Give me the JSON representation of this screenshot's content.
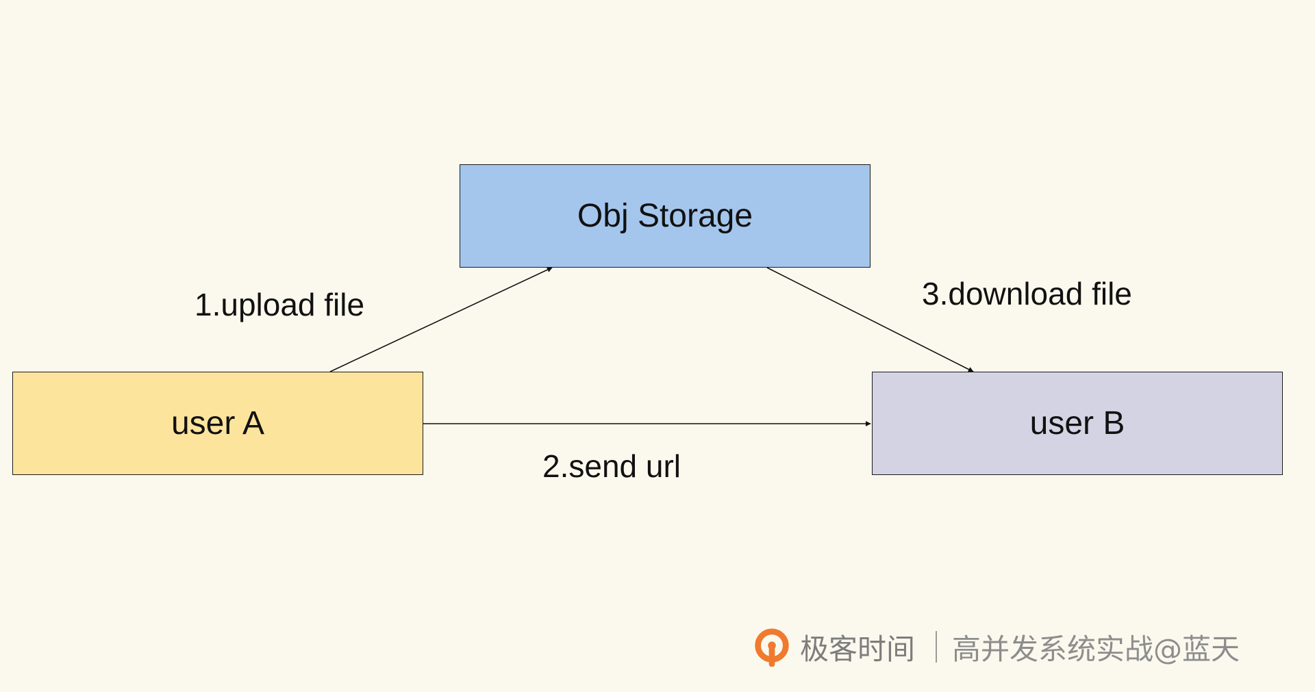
{
  "diagram": {
    "nodes": [
      {
        "id": "storage",
        "label": "Obj Storage",
        "fill": "#a4c6ec"
      },
      {
        "id": "user_a",
        "label": "user A",
        "fill": "#fde49c"
      },
      {
        "id": "user_b",
        "label": "user B",
        "fill": "#d4d3e4"
      }
    ],
    "edges": [
      {
        "from": "user_a",
        "to": "storage",
        "label": "1.upload file"
      },
      {
        "from": "user_a",
        "to": "user_b",
        "label": "2.send url"
      },
      {
        "from": "storage",
        "to": "user_b",
        "label": "3.download file"
      }
    ],
    "line_color": "#111111"
  },
  "watermark": {
    "brand": "极客时间",
    "author": "高并发系统实战@蓝天",
    "logo_icon": "geektime-logo-icon",
    "logo_color": "#f07a2e"
  }
}
